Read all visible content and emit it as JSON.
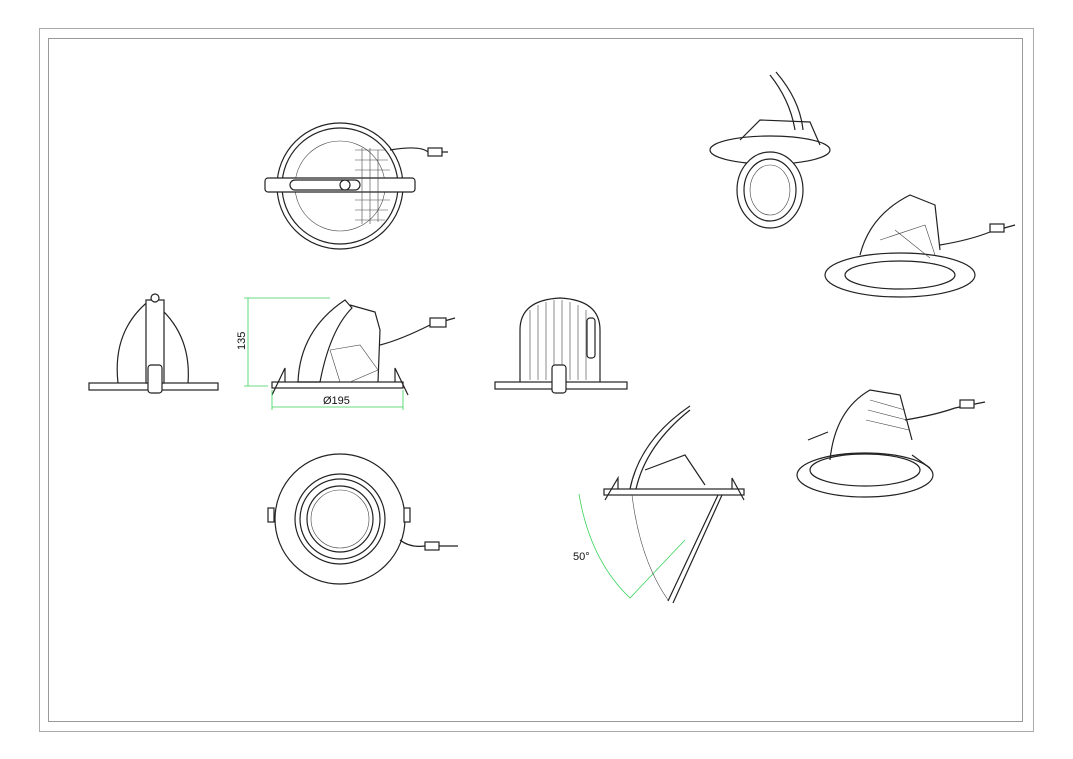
{
  "drawing": {
    "dimensions": {
      "height": "135",
      "diameter": "Ø195",
      "tilt_angle": "50°"
    },
    "colors": {
      "line": "#222222",
      "dimension": "#3ad35a",
      "frame": "#999999"
    }
  }
}
